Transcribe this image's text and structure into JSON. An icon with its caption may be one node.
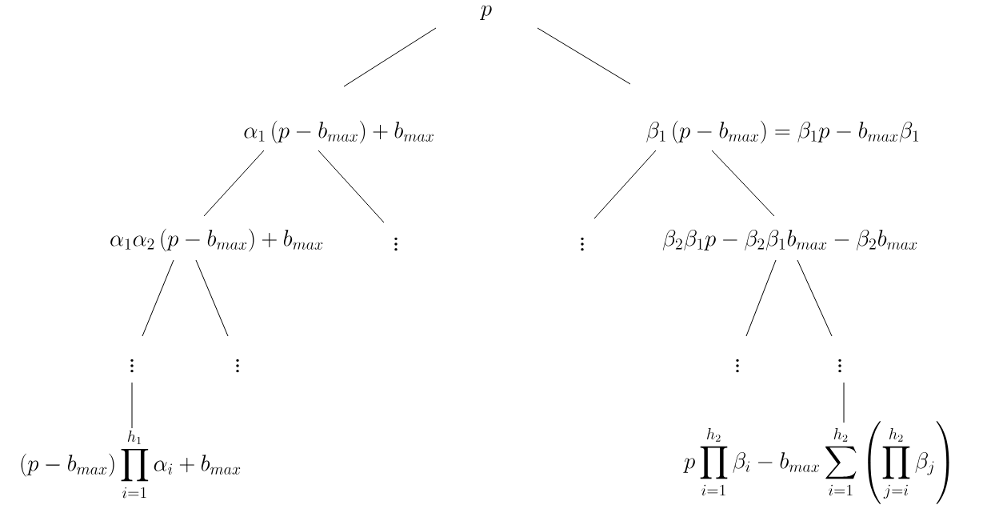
{
  "diagram": {
    "nodes": [
      {
        "text": [
          "p"
        ]
      },
      {
        "text": [
          "\\alpha_1\\left(p - b_{max}\\right)+b_{max}"
        ]
      },
      {
        "text": [
          "\\beta_1\\left(p - b_{max}\\right) = \\beta_1 p - b_{max}\\beta_1"
        ]
      },
      {
        "text": [
          "\\alpha_1\\alpha_2\\left(p - b_{max}\\right) + b_{max}"
        ]
      },
      {
        "text": [
          "\\vdots"
        ]
      },
      {
        "text": [
          "\\vdots"
        ]
      },
      {
        "text": [
          "\\beta_2\\beta_1 p - \\beta_2\\beta_1 b_{max} - \\beta_2 b_{max}"
        ]
      },
      {
        "text": [
          "\\vdots"
        ]
      },
      {
        "text": [
          "\\vdots"
        ]
      },
      {
        "text": [
          "\\vdots"
        ]
      },
      {
        "text": [
          "\\vdots"
        ]
      },
      {
        "text": [
          "\\left(p - b_{max}\\right)\\prod_{i=1}^{h_1}\\alpha_i + b_{max}"
        ]
      },
      {
        "text": [
          "p\\prod_{i=1}^{h_2}\\beta_i - b_{max}\\sum_{i=1}^{h_2}\\left(\\prod_{j=i}^{h_2}\\beta_j\\right)"
        ]
      }
    ],
    "edges": [
      {
        "from": 0,
        "to": 1,
        "arrow": "none"
      },
      {
        "from": 0,
        "to": 2,
        "arrow": "none"
      },
      {
        "from": 1,
        "to": 3,
        "arrow": "none"
      },
      {
        "from": 1,
        "to": 4,
        "arrow": "none"
      },
      {
        "from": 2,
        "to": 5,
        "arrow": "none"
      },
      {
        "from": 2,
        "to": 6,
        "arrow": "none"
      },
      {
        "from": 3,
        "to": 7,
        "arrow": "none"
      },
      {
        "from": 3,
        "to": 8,
        "arrow": "none"
      },
      {
        "from": 6,
        "to": 9,
        "arrow": "none"
      },
      {
        "from": 6,
        "to": 10,
        "arrow": "none"
      },
      {
        "from": 7,
        "to": 11,
        "arrow": "none"
      },
      {
        "from": 10,
        "to": 12,
        "arrow": "none"
      }
    ]
  }
}
